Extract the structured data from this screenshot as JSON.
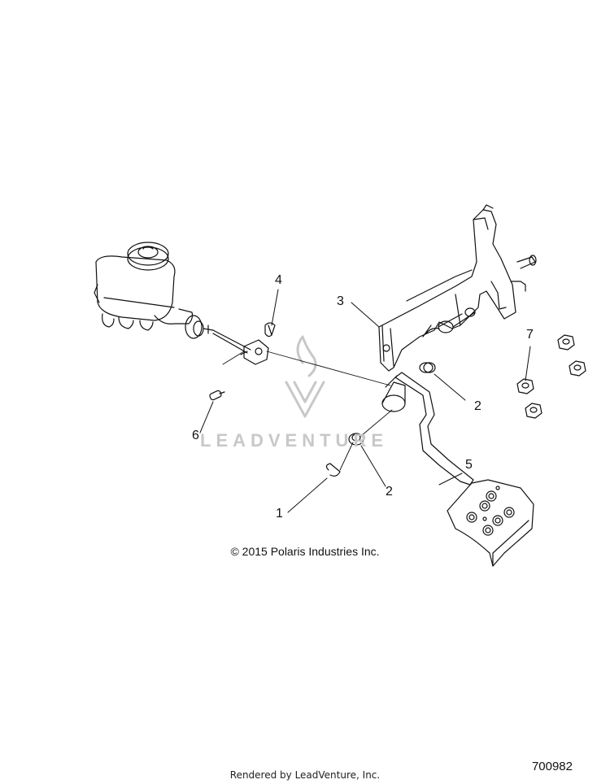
{
  "callouts": {
    "c1": "1",
    "c2a": "2",
    "c2b": "2",
    "c3": "3",
    "c4": "4",
    "c5": "5",
    "c6": "6",
    "c7": "7"
  },
  "copyright": "© 2015 Polaris Industries Inc.",
  "watermark": "LEADVENTURE",
  "footer": {
    "rendered_by": "Rendered by LeadVenture, Inc.",
    "diagram_number": "700982"
  },
  "colors": {
    "line": "#111111",
    "watermark": "#c8c8c8"
  }
}
